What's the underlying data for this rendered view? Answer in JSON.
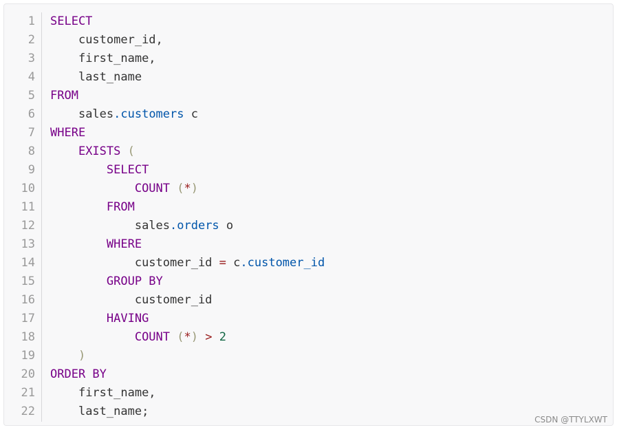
{
  "colors": {
    "keyword": "#770088",
    "identifier": "#333333",
    "property": "#0055aa",
    "operator": "#981a1a",
    "punctuation": "#999977",
    "number": "#116644",
    "background": "#f8f8f9",
    "line_number": "#999999"
  },
  "watermark": "CSDN @TTYLXWT",
  "code_lines": [
    {
      "n": "1",
      "indent": 0,
      "tokens": [
        {
          "t": "SELECT",
          "c": "kw"
        }
      ]
    },
    {
      "n": "2",
      "indent": 1,
      "tokens": [
        {
          "t": "customer_id,",
          "c": "id"
        }
      ]
    },
    {
      "n": "3",
      "indent": 1,
      "tokens": [
        {
          "t": "first_name,",
          "c": "id"
        }
      ]
    },
    {
      "n": "4",
      "indent": 1,
      "tokens": [
        {
          "t": "last_name",
          "c": "id"
        }
      ]
    },
    {
      "n": "5",
      "indent": 0,
      "tokens": [
        {
          "t": "FROM",
          "c": "kw"
        }
      ]
    },
    {
      "n": "6",
      "indent": 1,
      "tokens": [
        {
          "t": "sales",
          "c": "id"
        },
        {
          "t": ".customers",
          "c": "prop"
        },
        {
          "t": " c",
          "c": "id"
        }
      ]
    },
    {
      "n": "7",
      "indent": 0,
      "tokens": [
        {
          "t": "WHERE",
          "c": "kw"
        }
      ]
    },
    {
      "n": "8",
      "indent": 1,
      "tokens": [
        {
          "t": "EXISTS",
          "c": "kw"
        },
        {
          "t": " (",
          "c": "pn"
        }
      ]
    },
    {
      "n": "9",
      "indent": 2,
      "tokens": [
        {
          "t": "SELECT",
          "c": "kw"
        }
      ]
    },
    {
      "n": "10",
      "indent": 3,
      "tokens": [
        {
          "t": "COUNT",
          "c": "kw"
        },
        {
          "t": " (",
          "c": "pn"
        },
        {
          "t": "*",
          "c": "op"
        },
        {
          "t": ")",
          "c": "pn"
        }
      ]
    },
    {
      "n": "11",
      "indent": 2,
      "tokens": [
        {
          "t": "FROM",
          "c": "kw"
        }
      ]
    },
    {
      "n": "12",
      "indent": 3,
      "tokens": [
        {
          "t": "sales",
          "c": "id"
        },
        {
          "t": ".orders",
          "c": "prop"
        },
        {
          "t": " o",
          "c": "id"
        }
      ]
    },
    {
      "n": "13",
      "indent": 2,
      "tokens": [
        {
          "t": "WHERE",
          "c": "kw"
        }
      ]
    },
    {
      "n": "14",
      "indent": 3,
      "tokens": [
        {
          "t": "customer_id ",
          "c": "id"
        },
        {
          "t": "=",
          "c": "op"
        },
        {
          "t": " c",
          "c": "id"
        },
        {
          "t": ".customer_id",
          "c": "prop"
        }
      ]
    },
    {
      "n": "15",
      "indent": 2,
      "tokens": [
        {
          "t": "GROUP BY",
          "c": "kw"
        }
      ]
    },
    {
      "n": "16",
      "indent": 3,
      "tokens": [
        {
          "t": "customer_id",
          "c": "id"
        }
      ]
    },
    {
      "n": "17",
      "indent": 2,
      "tokens": [
        {
          "t": "HAVING",
          "c": "kw"
        }
      ]
    },
    {
      "n": "18",
      "indent": 3,
      "tokens": [
        {
          "t": "COUNT",
          "c": "kw"
        },
        {
          "t": " (",
          "c": "pn"
        },
        {
          "t": "*",
          "c": "op"
        },
        {
          "t": ")",
          "c": "pn"
        },
        {
          "t": " >",
          "c": "op"
        },
        {
          "t": " 2",
          "c": "num"
        }
      ]
    },
    {
      "n": "19",
      "indent": 1,
      "tokens": [
        {
          "t": ")",
          "c": "pn"
        }
      ]
    },
    {
      "n": "20",
      "indent": 0,
      "tokens": [
        {
          "t": "ORDER BY",
          "c": "kw"
        }
      ]
    },
    {
      "n": "21",
      "indent": 1,
      "tokens": [
        {
          "t": "first_name,",
          "c": "id"
        }
      ]
    },
    {
      "n": "22",
      "indent": 1,
      "tokens": [
        {
          "t": "last_name;",
          "c": "id"
        }
      ]
    }
  ]
}
